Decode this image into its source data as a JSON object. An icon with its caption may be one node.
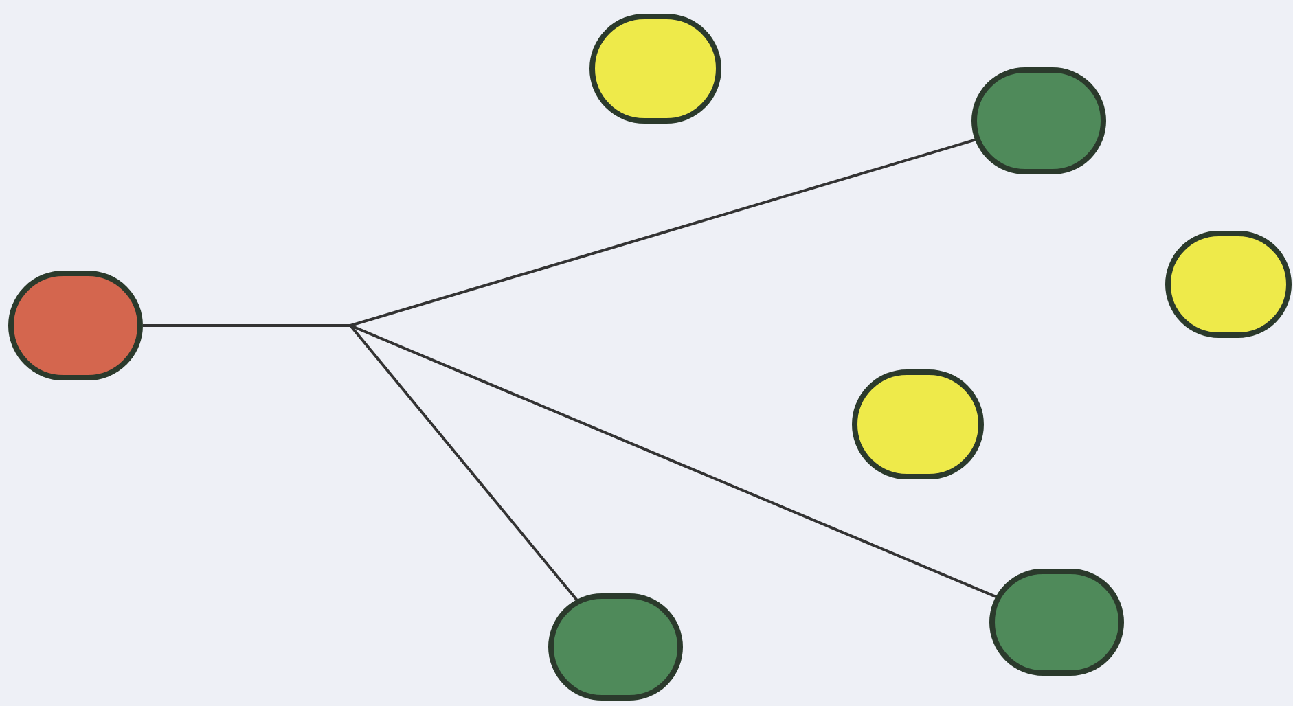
{
  "diagram": {
    "nodes": [
      {
        "text": [],
        "shape": "circle"
      },
      {
        "text": [],
        "shape": "circle"
      },
      {
        "text": [],
        "shape": "circle"
      },
      {
        "text": [],
        "shape": "circle"
      },
      {
        "text": [],
        "shape": "circle"
      },
      {
        "text": [],
        "shape": "circle"
      },
      {
        "text": [],
        "shape": "circle"
      }
    ],
    "edges": [
      {
        "from": 0,
        "to": 1,
        "arrow": "none"
      },
      {
        "from": 0,
        "to": 4,
        "arrow": "none"
      },
      {
        "from": 0,
        "to": 5,
        "arrow": "none"
      }
    ]
  }
}
